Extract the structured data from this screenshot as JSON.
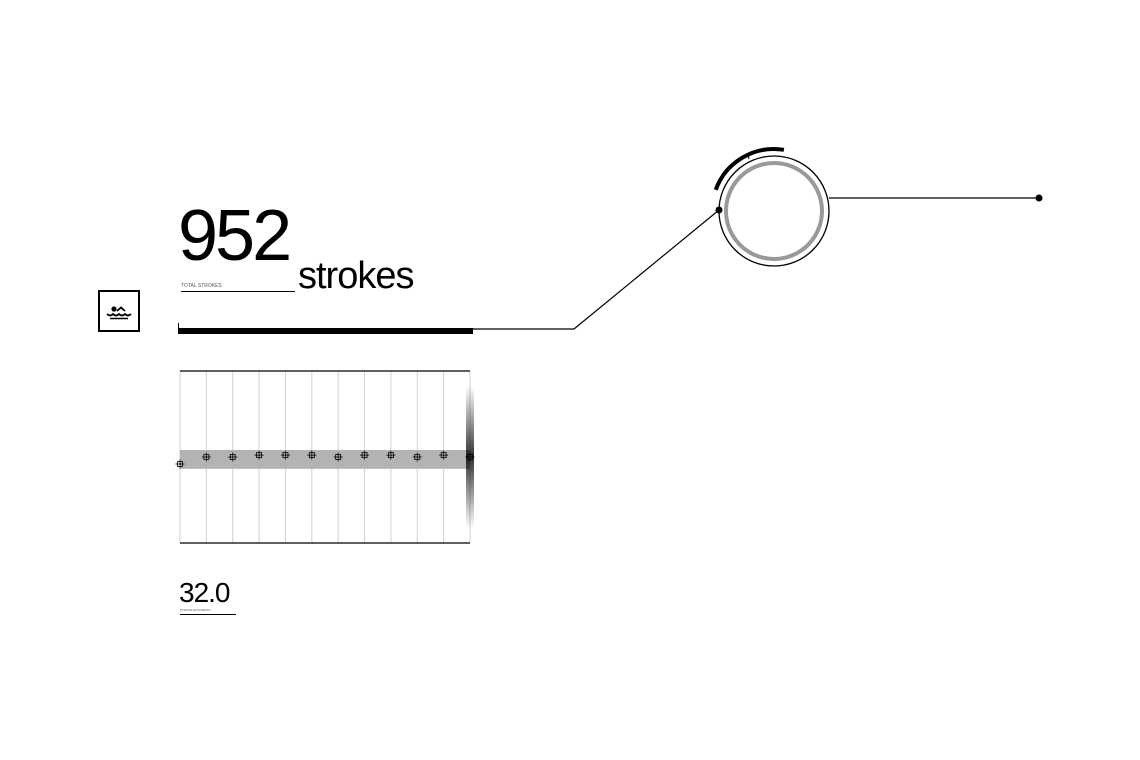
{
  "summary": {
    "total_strokes": "952",
    "unit": "strokes",
    "total_label": "TOTAL STROKES",
    "icon": "swimmer-icon"
  },
  "efficiency": {
    "value": "32.0",
    "label": "STROKE EFFICIENCY"
  },
  "dial": {
    "progress_fraction": 0.2
  },
  "chart_data": {
    "type": "scatter",
    "x": [
      1,
      2,
      3,
      4,
      5,
      6,
      7,
      8,
      9,
      10,
      11,
      12
    ],
    "values": [
      29.4,
      32.0,
      32.0,
      32.7,
      32.7,
      32.7,
      32.0,
      32.7,
      32.7,
      32.0,
      32.7,
      32.0
    ],
    "band": [
      27.6,
      34.6
    ],
    "ylim": [
      0,
      64
    ],
    "grid": true
  },
  "colors": {
    "ink": "#000000",
    "band": "#b3b3b3",
    "grid": "#d0d0d0",
    "ring": "#999999"
  }
}
